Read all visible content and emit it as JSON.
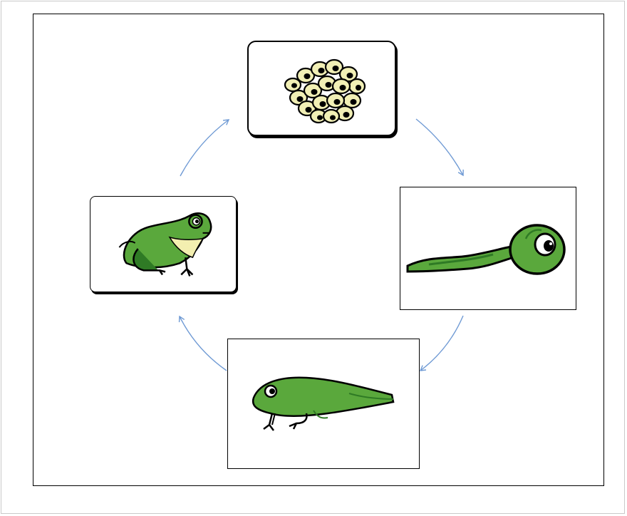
{
  "diagram": {
    "type": "cycle",
    "stages": [
      {
        "id": "eggs",
        "icon": "frog-eggs-icon"
      },
      {
        "id": "tadpole",
        "icon": "tadpole-icon"
      },
      {
        "id": "froglet",
        "icon": "froglet-icon"
      },
      {
        "id": "frog",
        "icon": "adult-frog-icon"
      }
    ],
    "arrow_sequence": [
      "eggs",
      "tadpole",
      "froglet",
      "frog",
      "eggs"
    ],
    "colors": {
      "arrow": "#6f9ad4",
      "frog_green": "#5aa83c",
      "frog_dark_green": "#2f7a25",
      "frog_belly": "#f3efb0",
      "egg_yolk": "#f1efb5",
      "border": "#000000"
    }
  }
}
